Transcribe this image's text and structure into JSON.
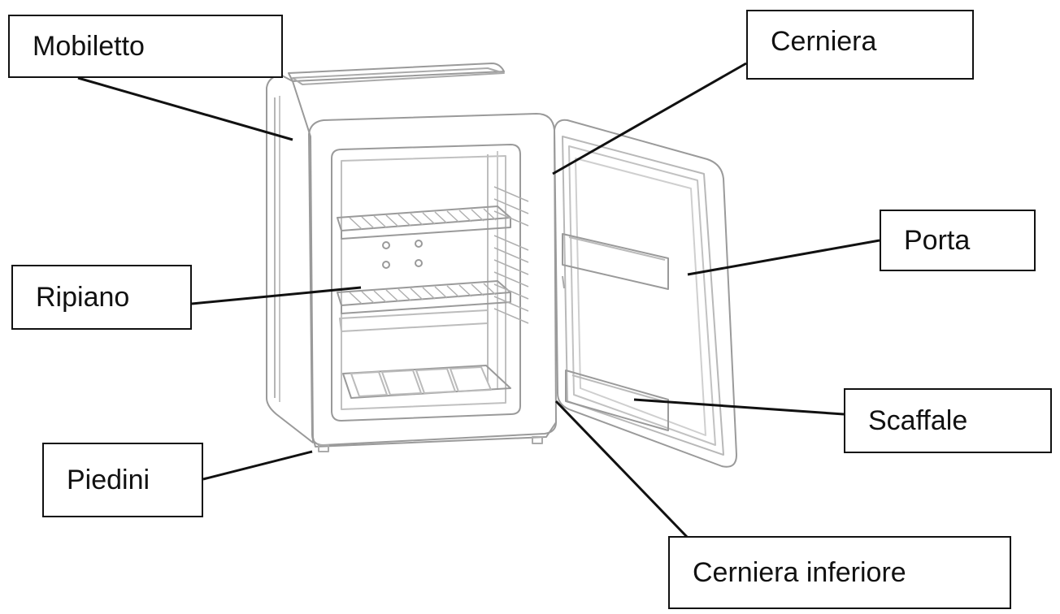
{
  "labels": {
    "mobiletto": "Mobiletto",
    "cerniera": "Cerniera",
    "porta": "Porta",
    "ripiano": "Ripiano",
    "scaffale": "Scaffale",
    "piedini": "Piedini",
    "cerniera_inferiore": "Cerniera inferiore"
  },
  "colors": {
    "line": "#111111",
    "drawing": "#9a9a9a",
    "box_border": "#111111"
  }
}
